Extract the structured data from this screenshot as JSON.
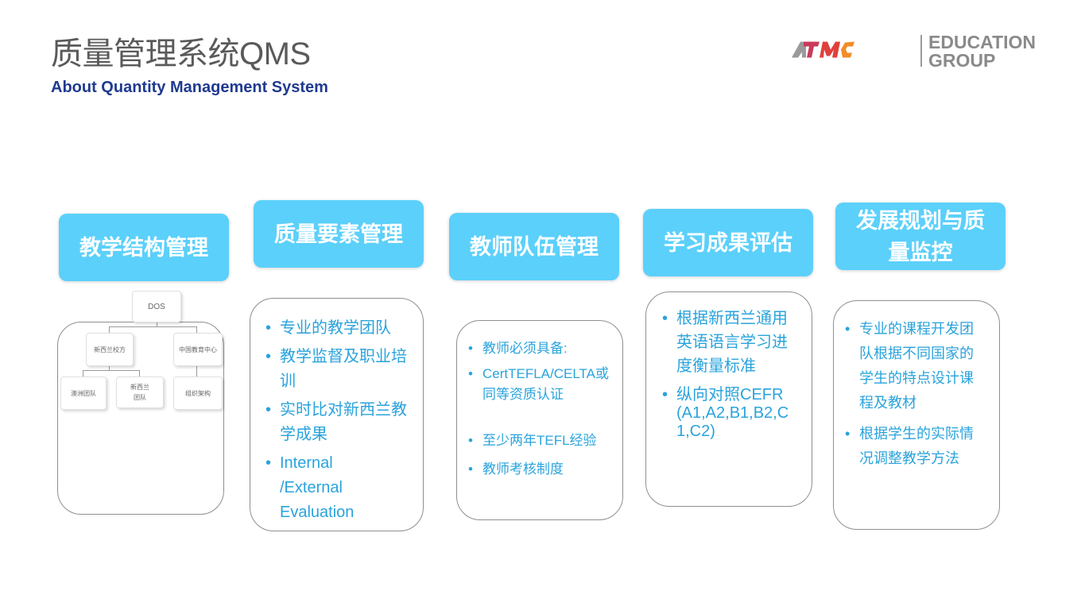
{
  "header": {
    "title": "质量管理系统QMS",
    "subtitle": "About Quantity Management System"
  },
  "logo": {
    "mark": "ATMC",
    "line1": "EDUCATION",
    "line2": "GROUP",
    "colors": [
      "#9a9a9a",
      "#d62d5a",
      "#f28c28"
    ]
  },
  "columns": [
    {
      "heading": "教学结构管理"
    },
    {
      "heading": "质量要素管理",
      "items": [
        "专业的教学团队",
        "教学监督及职业培训",
        "实时比对新西兰教学成果",
        "Internal /External Evaluation"
      ]
    },
    {
      "heading": "教师队伍管理",
      "items": [
        "教师必须具备:",
        "CertTEFLA/CELTA或同等资质认证",
        "至少两年TEFL经验",
        "教师考核制度"
      ]
    },
    {
      "heading": "学习成果评估",
      "items": [
        "根据新西兰通用英语语言学习进度衡量标准",
        "纵向对照CEFR (A1,A2,B1,B2,C1,C2)"
      ]
    },
    {
      "heading": "发展规划与质量监控",
      "items": [
        "专业的课程开发团队根据不同国家的学生的特点设计课程及教材",
        "根据学生的实际情况调整教学方法"
      ]
    }
  ],
  "org_chart": {
    "root": "DOS",
    "level2": [
      "新西兰校方",
      "中国教育中心"
    ],
    "level3": [
      "澳洲团队",
      "新西兰团队",
      "组织架构"
    ]
  },
  "accent_color": "#5bd0fb",
  "text_color": "#2aa3dc"
}
